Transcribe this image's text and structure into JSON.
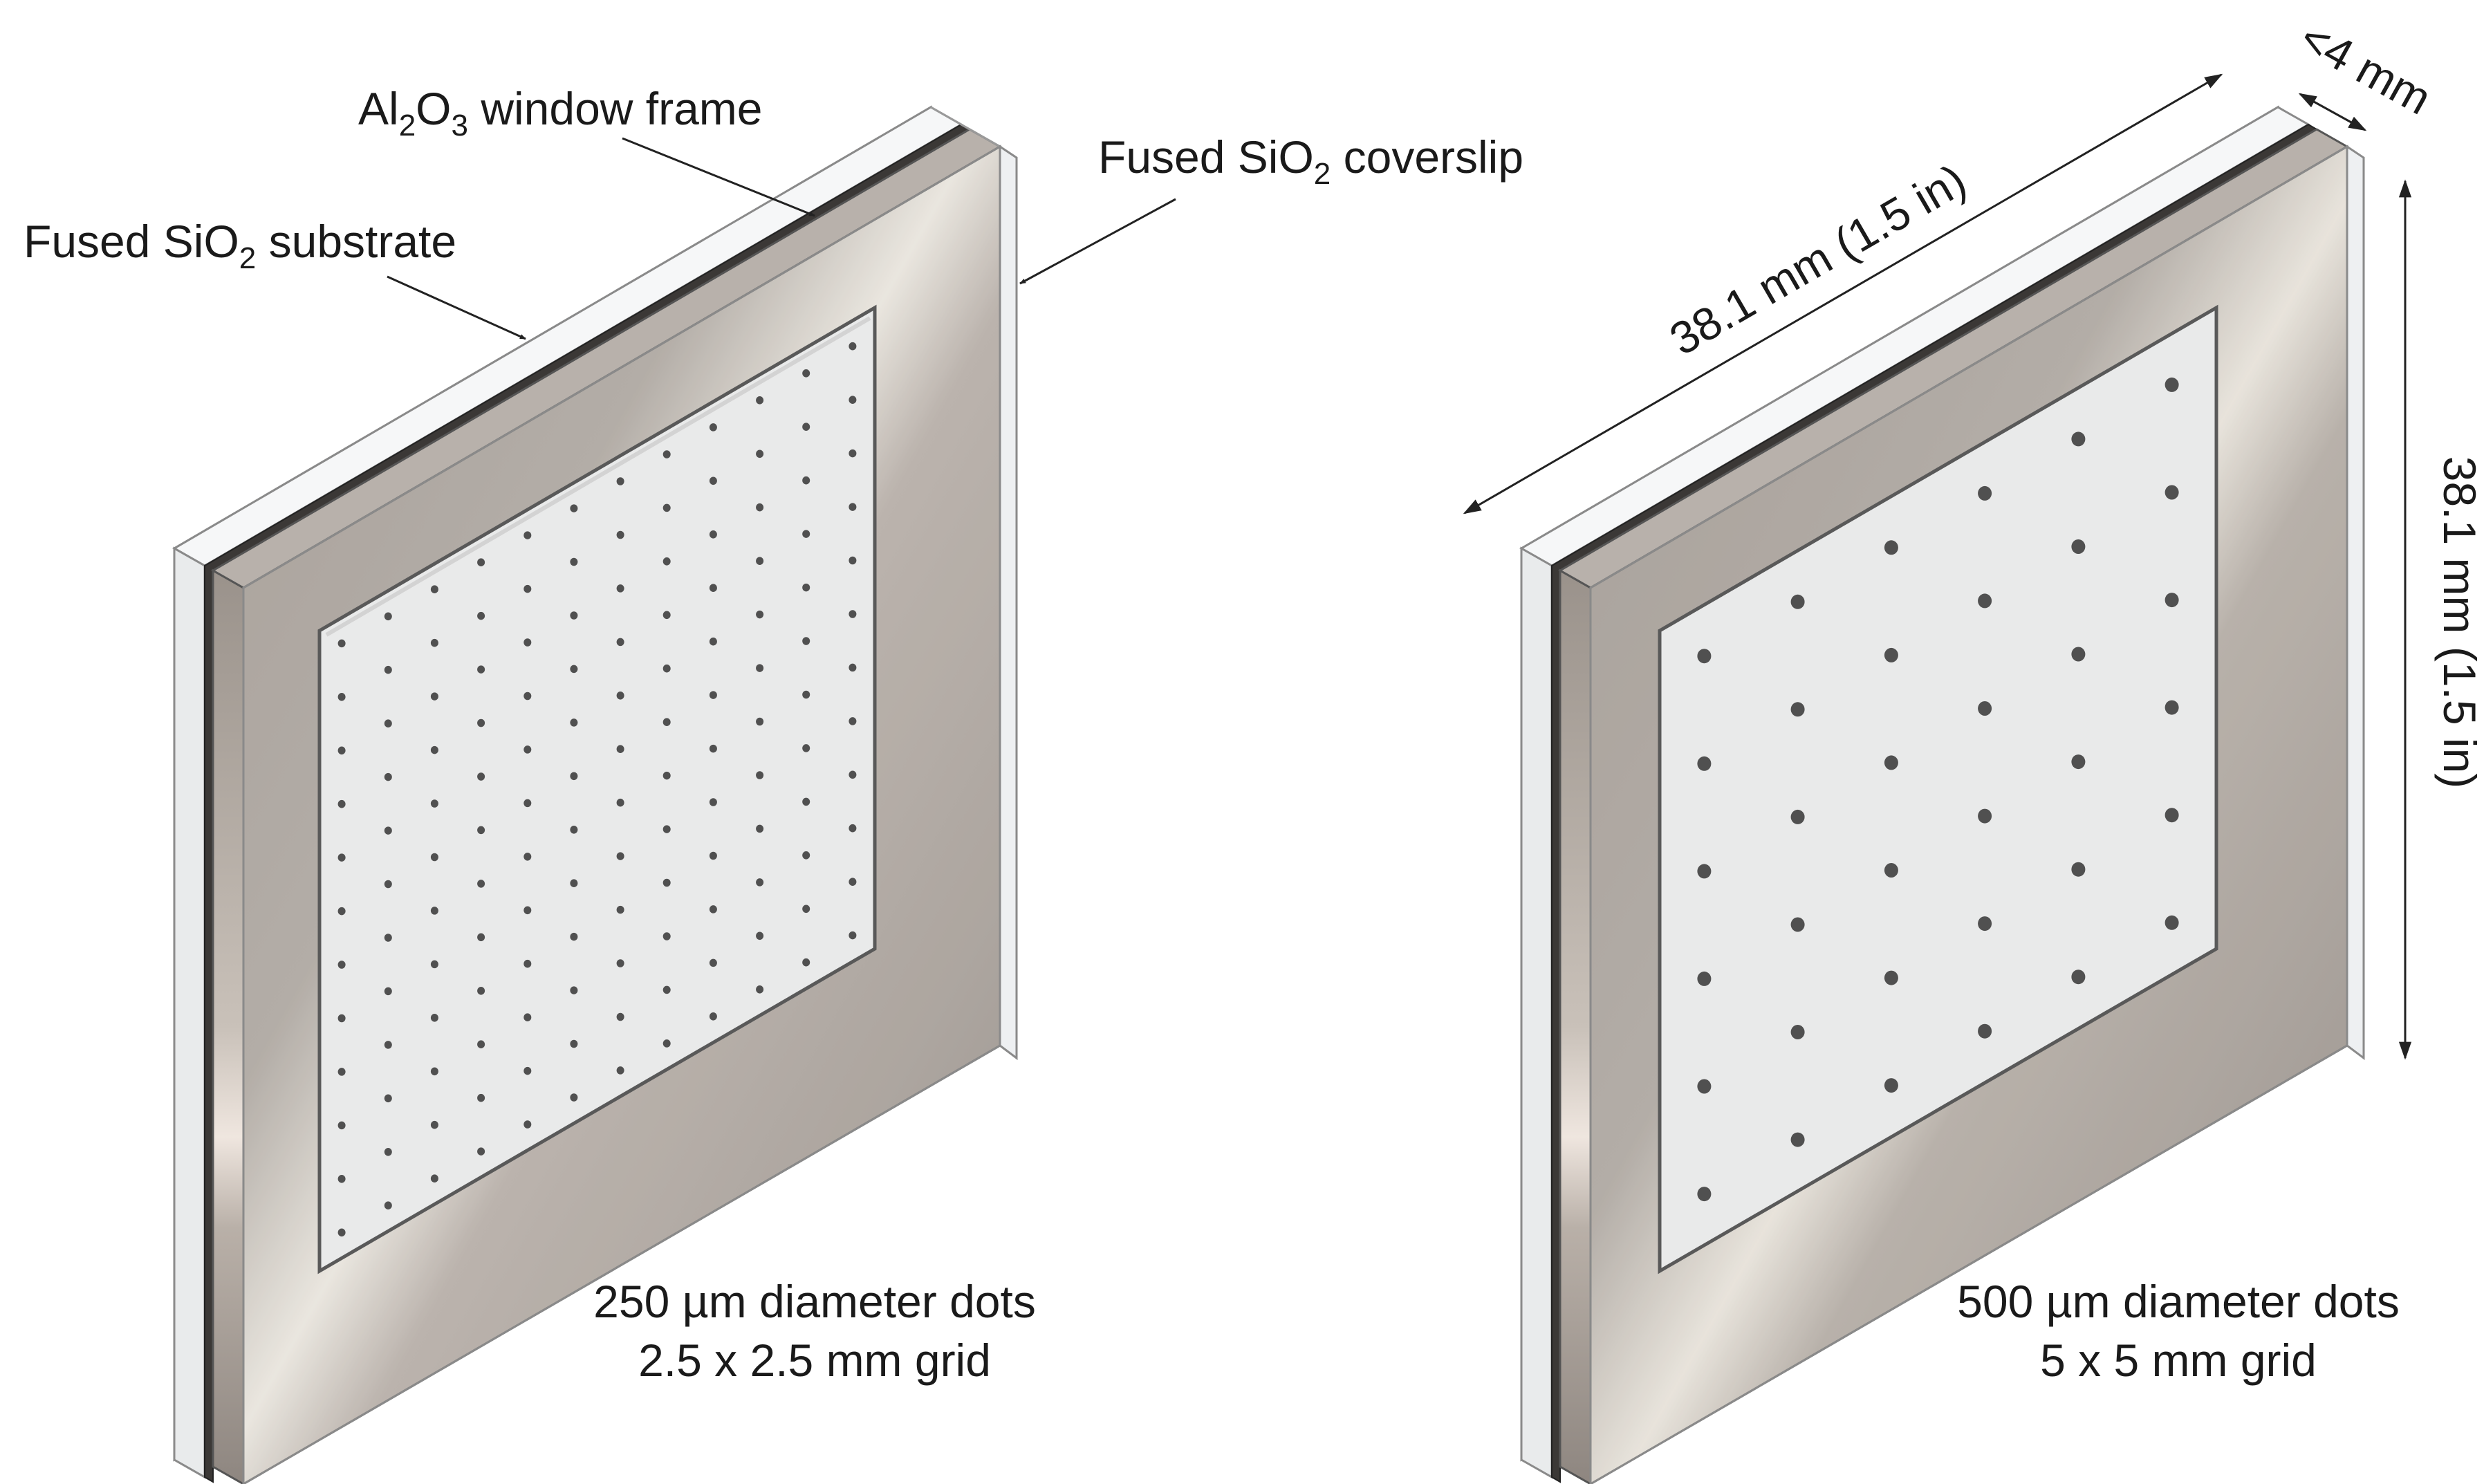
{
  "labels": {
    "substrate": {
      "prefix": "Fused SiO",
      "sub": "2",
      "suffix": " substrate"
    },
    "frame": {
      "p1": "Al",
      "s1": "2",
      "p2": "O",
      "s2": "3",
      "suffix": " window frame"
    },
    "coverslip": {
      "prefix": "Fused SiO",
      "sub": "2",
      "suffix": " coverslip"
    }
  },
  "left_panel": {
    "caption_line1": "250 µm diameter dots",
    "caption_line2": "2.5 x 2.5 mm grid",
    "dot_grid_count": 12
  },
  "right_panel": {
    "caption_line1": "500 µm diameter dots",
    "caption_line2": "5 x 5 mm grid",
    "dot_grid_count": 6
  },
  "dimensions": {
    "width": "38.1 mm (1.5 in)",
    "height": "38.1 mm (1.5 in)",
    "thickness": "<4 mm"
  },
  "colors": {
    "frame_base": "#a59e98",
    "glass": "#eef0f2",
    "window": "#e7e8e8",
    "dot": "#3a3a3a",
    "line": "#222222"
  }
}
